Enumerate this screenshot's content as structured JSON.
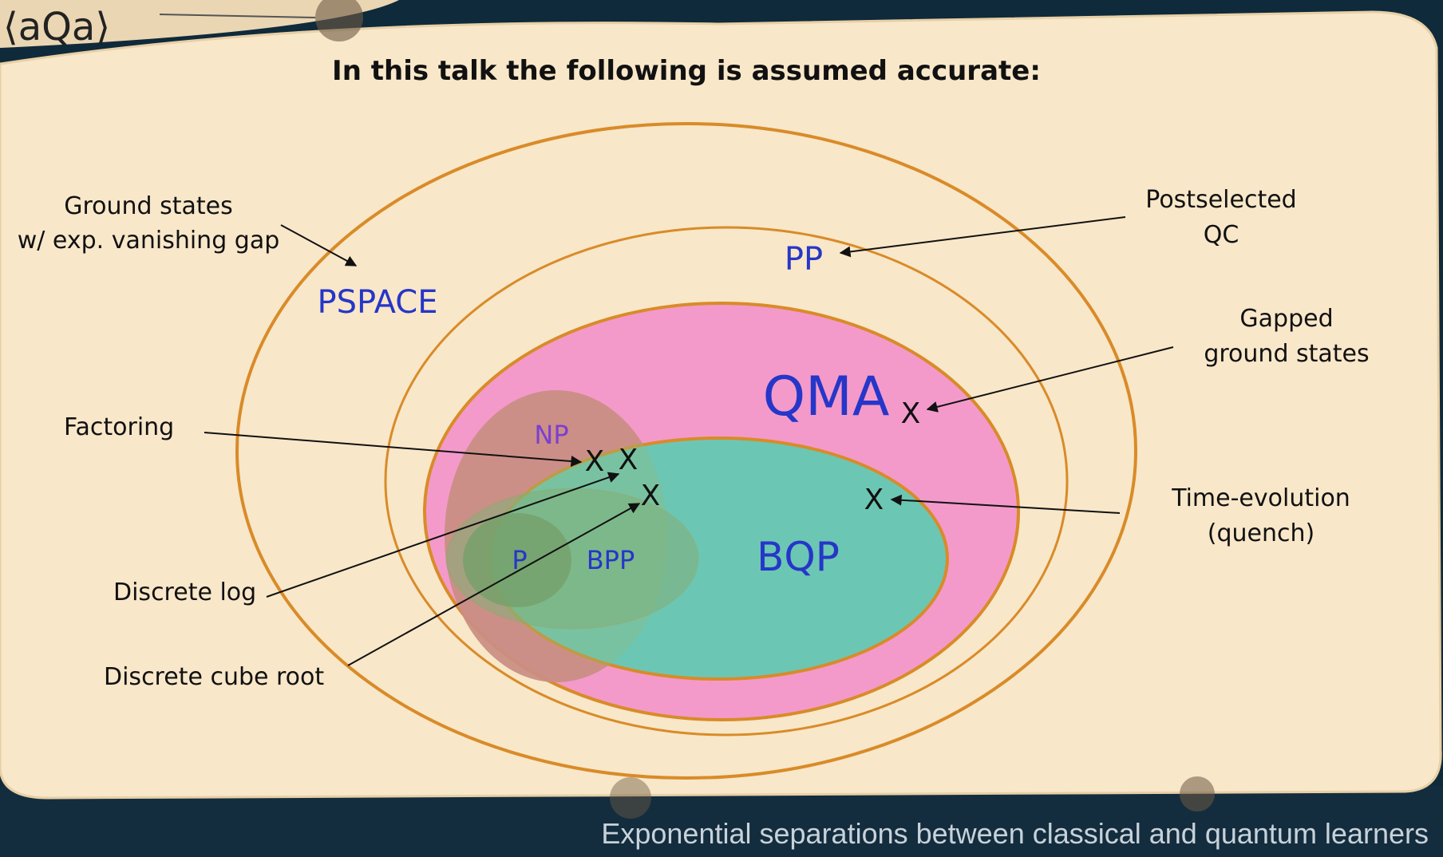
{
  "logo_text": "⟨aQa⟩",
  "title": "In this talk the following is assumed accurate:",
  "footer": "Exponential separations between classical and quantum learners",
  "colors": {
    "background": "#f8e7c9",
    "ellipse_stroke": "#d98b28",
    "class_label": "#2636c8",
    "np_label": "#7c3fd0",
    "qma_fill": "#f39acb",
    "np_fill": "#ec7485",
    "bqp_fill": "#6cc6b4",
    "bpp_fill": "#82b07a",
    "p_fill": "#74a06a",
    "footer_band": "#132d3e",
    "footer_text": "#c8d2da"
  },
  "classes": {
    "pspace": "PSPACE",
    "pp": "PP",
    "qma": "QMA",
    "np": "NP",
    "bqp": "BQP",
    "bpp": "BPP",
    "p": "P"
  },
  "annotations": {
    "ground_states_gap_line1": "Ground states",
    "ground_states_gap_line2": "w/ exp. vanishing gap",
    "postselected_line1": "Postselected",
    "postselected_line2": "QC",
    "gapped_line1": "Gapped",
    "gapped_line2": "ground states",
    "factoring": "Factoring",
    "time_evolution_line1": "Time-evolution",
    "time_evolution_line2": "(quench)",
    "discrete_log": "Discrete log",
    "discrete_cube_root": "Discrete cube root"
  },
  "marker": "X"
}
